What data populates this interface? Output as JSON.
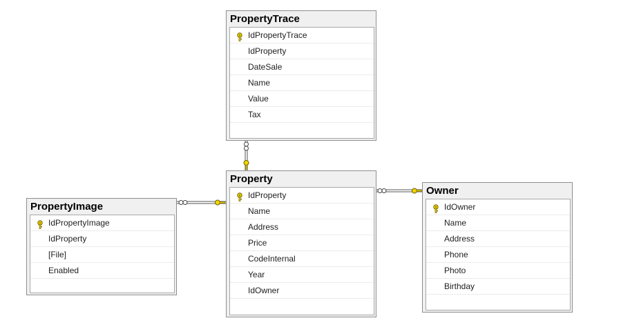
{
  "tables": {
    "property_trace": {
      "name": "PropertyTrace",
      "columns": [
        {
          "name": "IdPropertyTrace",
          "key": true
        },
        {
          "name": "IdProperty",
          "key": false
        },
        {
          "name": "DateSale",
          "key": false
        },
        {
          "name": "Name",
          "key": false
        },
        {
          "name": "Value",
          "key": false
        },
        {
          "name": "Tax",
          "key": false
        }
      ]
    },
    "property": {
      "name": "Property",
      "columns": [
        {
          "name": "IdProperty",
          "key": true
        },
        {
          "name": "Name",
          "key": false
        },
        {
          "name": "Address",
          "key": false
        },
        {
          "name": "Price",
          "key": false
        },
        {
          "name": "CodeInternal",
          "key": false
        },
        {
          "name": "Year",
          "key": false
        },
        {
          "name": "IdOwner",
          "key": false
        }
      ]
    },
    "property_image": {
      "name": "PropertyImage",
      "columns": [
        {
          "name": "IdPropertyImage",
          "key": true
        },
        {
          "name": "IdProperty",
          "key": false
        },
        {
          "name": "[File]",
          "key": false
        },
        {
          "name": "Enabled",
          "key": false
        }
      ]
    },
    "owner": {
      "name": "Owner",
      "columns": [
        {
          "name": "IdOwner",
          "key": true
        },
        {
          "name": "Name",
          "key": false
        },
        {
          "name": "Address",
          "key": false
        },
        {
          "name": "Phone",
          "key": false
        },
        {
          "name": "Photo",
          "key": false
        },
        {
          "name": "Birthday",
          "key": false
        }
      ]
    }
  },
  "relationships": [
    {
      "many": "PropertyTrace",
      "one": "Property"
    },
    {
      "many": "PropertyImage",
      "one": "Property"
    },
    {
      "many": "Property",
      "one": "Owner"
    }
  ],
  "colors": {
    "key_fill": "#f2d500",
    "key_stroke": "#6e6200",
    "connector": "#555555",
    "table_border": "#8e8e8e"
  }
}
